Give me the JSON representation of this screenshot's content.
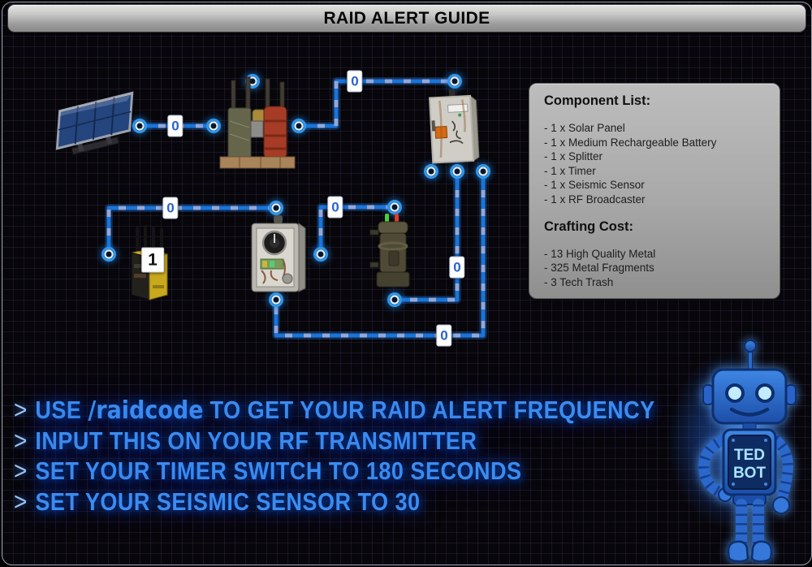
{
  "title": "RAID ALERT GUIDE",
  "component_panel": {
    "components_heading": "Component List:",
    "components": [
      "- 1 x Solar Panel",
      "- 1 x Medium Rechargeable Battery",
      "- 1 x Splitter",
      "- 1 x Timer",
      "- 1 x Seismic Sensor",
      "- 1 x RF Broadcaster"
    ],
    "crafting_heading": "Crafting Cost:",
    "crafting_costs": [
      "- 13 High Quality Metal",
      "- 325 Metal Fragments",
      "- 3 Tech Trash"
    ]
  },
  "diagram": {
    "wire_labels": [
      "0",
      "0",
      "0",
      "0",
      "0",
      "0"
    ],
    "broadcaster_frequency": "1",
    "components": [
      "solar-panel",
      "medium-rechargeable-battery",
      "splitter",
      "rf-broadcaster",
      "timer",
      "seismic-sensor"
    ]
  },
  "instructions": {
    "prefix": ">",
    "lines": [
      {
        "pre": "USE ",
        "command": "/raidcode",
        "post": " TO GET YOUR RAID ALERT FREQUENCY"
      },
      {
        "text": "INPUT THIS ON YOUR RF TRANSMITTER"
      },
      {
        "text": "SET YOUR TIMER SWITCH TO 180 SECONDS"
      },
      {
        "text": "SET YOUR SEISMIC SENSOR TO 30"
      }
    ]
  },
  "robot": {
    "label_line1": "TED",
    "label_line2": "BOT"
  },
  "colors": {
    "accent_text_blue": "#3b8cf0",
    "wire_blue": "#1b74d8",
    "wire_dash": "#93a7d9",
    "node_ring": "#2f96ea",
    "titlebar_gray": "#c7c7c7",
    "panel_gray": "#a8a8a8",
    "background": "#07060a"
  }
}
